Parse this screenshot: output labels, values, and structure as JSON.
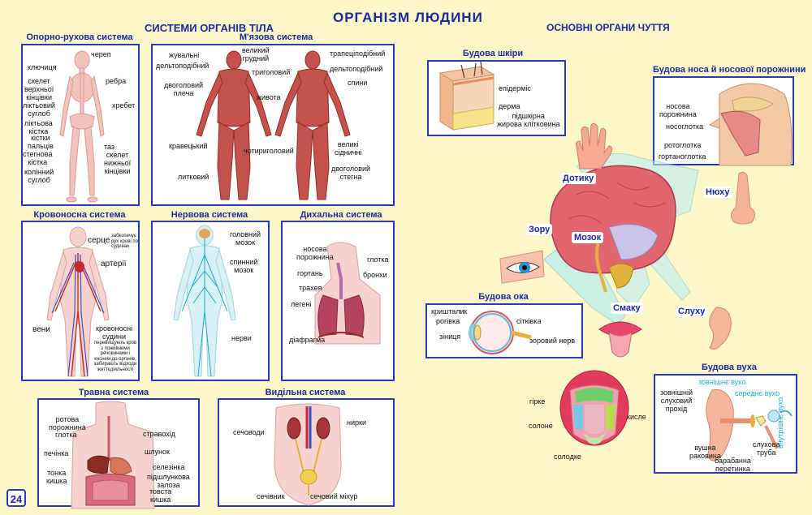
{
  "page_title": "ОРГАНІЗМ ЛЮДИНИ",
  "left_heading": "СИСТЕМИ ОРГАНІВ ТІЛА",
  "right_heading": "ОСНОВНІ ОРГАНИ ЧУТТЯ",
  "page_number": "24",
  "skeletal": {
    "title": "Опорно-рухова система",
    "labels": {
      "skull": "череп",
      "clavicle": "ключиця",
      "upper_limb": "скелет\nверхньої\nкінцівки",
      "ribs": "ребра",
      "spine": "хребет",
      "elbow": "ліктьовий\nсуглоб",
      "ulna": "ліктьова\nкістка",
      "fingers": "кістки\nпальців",
      "pelvis": "таз",
      "femur": "стегнова\nкістка",
      "knee": "колінний\nсуглоб",
      "lower_limb": "скелет\nнижньої\nкінцівки"
    }
  },
  "muscular": {
    "title": "М'язова система",
    "labels": {
      "masticatory": "жувальні",
      "pectoral": "великий\nгрудний",
      "trapezius": "трапеціподібний",
      "deltoid_l": "дельтоподібний",
      "deltoid_r": "дельтоподібний",
      "triceps": "триголовий",
      "biceps": "двоголовий\nплеча",
      "abdomen": "живота",
      "back": "спини",
      "sartorius": "кравецький",
      "quadriceps": "чотириголовий",
      "gluteus": "великі\nсідничні",
      "hamstring": "двоголовий\nстегна",
      "gastrocnemius": "литковий"
    }
  },
  "circulatory": {
    "title": "Кровоносна система",
    "labels": {
      "heart": "серце",
      "heart_note": "забезпечує рух крові по судинах",
      "arteries": "артерії",
      "veins": "вени",
      "vessels": "кровоносні\nсудини",
      "vessels_note": "перевищують кров з поживними речовинами і киснем до органів, забирають відходи життєдіяльності"
    }
  },
  "nervous": {
    "title": "Нервова система",
    "labels": {
      "brain": "головний\nмозок",
      "spinal": "спинний\nмозок",
      "nerves": "нерви"
    }
  },
  "respiratory": {
    "title": "Дихальна система",
    "labels": {
      "nasal": "носова\nпорожнина",
      "pharynx": "глотка",
      "larynx": "гортань",
      "bronchi": "бронхи",
      "trachea": "трахея",
      "lungs": "легені",
      "diaphragm": "діафрагма"
    }
  },
  "digestive": {
    "title": "Травна система",
    "labels": {
      "oral": "ротова\nпорожнина",
      "pharynx": "глотка",
      "esophagus": "стравохід",
      "liver": "печінка",
      "stomach": "шлунок",
      "spleen": "селезінка",
      "small_int": "тонка\nкишка",
      "pancreas": "підшлункова\nзалоза",
      "large_int": "товста\nкишка"
    }
  },
  "excretory": {
    "title": "Видільна система",
    "labels": {
      "ureters": "сечоводи",
      "kidneys": "нирки",
      "urethra": "сечівник",
      "bladder": "сечовий міхур"
    }
  },
  "skin": {
    "title": "Будова шкіри",
    "labels": {
      "epidermis": "епідерміс",
      "dermis": "дерма",
      "fat": "підшкірна\nжирова клітковина"
    }
  },
  "nose": {
    "title": "Будова носа й носової порожнини",
    "labels": {
      "nasal": "носова\nпорожнина",
      "nasopharynx": "носоглотка",
      "oropharynx": "ротоглотка",
      "laryngopharynx": "гортаноглотка"
    }
  },
  "eye": {
    "title": "Будова ока",
    "labels": {
      "lens": "кришталик",
      "cornea": "рогівка",
      "retina": "сітківка",
      "pupil": "зіниця",
      "optic_nerve": "зоровий нерв"
    }
  },
  "ear": {
    "title": "Будова вуха",
    "labels": {
      "outer": "зовнішнє вухо",
      "middle": "середнє вухо",
      "inner": "внутрішнє вухо",
      "canal": "зовнішній\nслуховий\nпрохід",
      "auricle": "вушна\nраковина",
      "eustachian": "слухова\nтруба",
      "eardrum": "барабанна\nперетинка"
    }
  },
  "senses": {
    "touch": "Дотику",
    "smell": "Нюху",
    "sight": "Зору",
    "brain": "Мозок",
    "taste": "Смаку",
    "hearing": "Слуху"
  },
  "tongue": {
    "bitter": "гірке",
    "sour": "кисле",
    "salty": "солоне",
    "sweet": "солодке"
  },
  "colors": {
    "accent": "#1d2a9c",
    "border": "#2a3ab3",
    "background": "#fbf7c8",
    "cyan": "#17b5d6"
  }
}
